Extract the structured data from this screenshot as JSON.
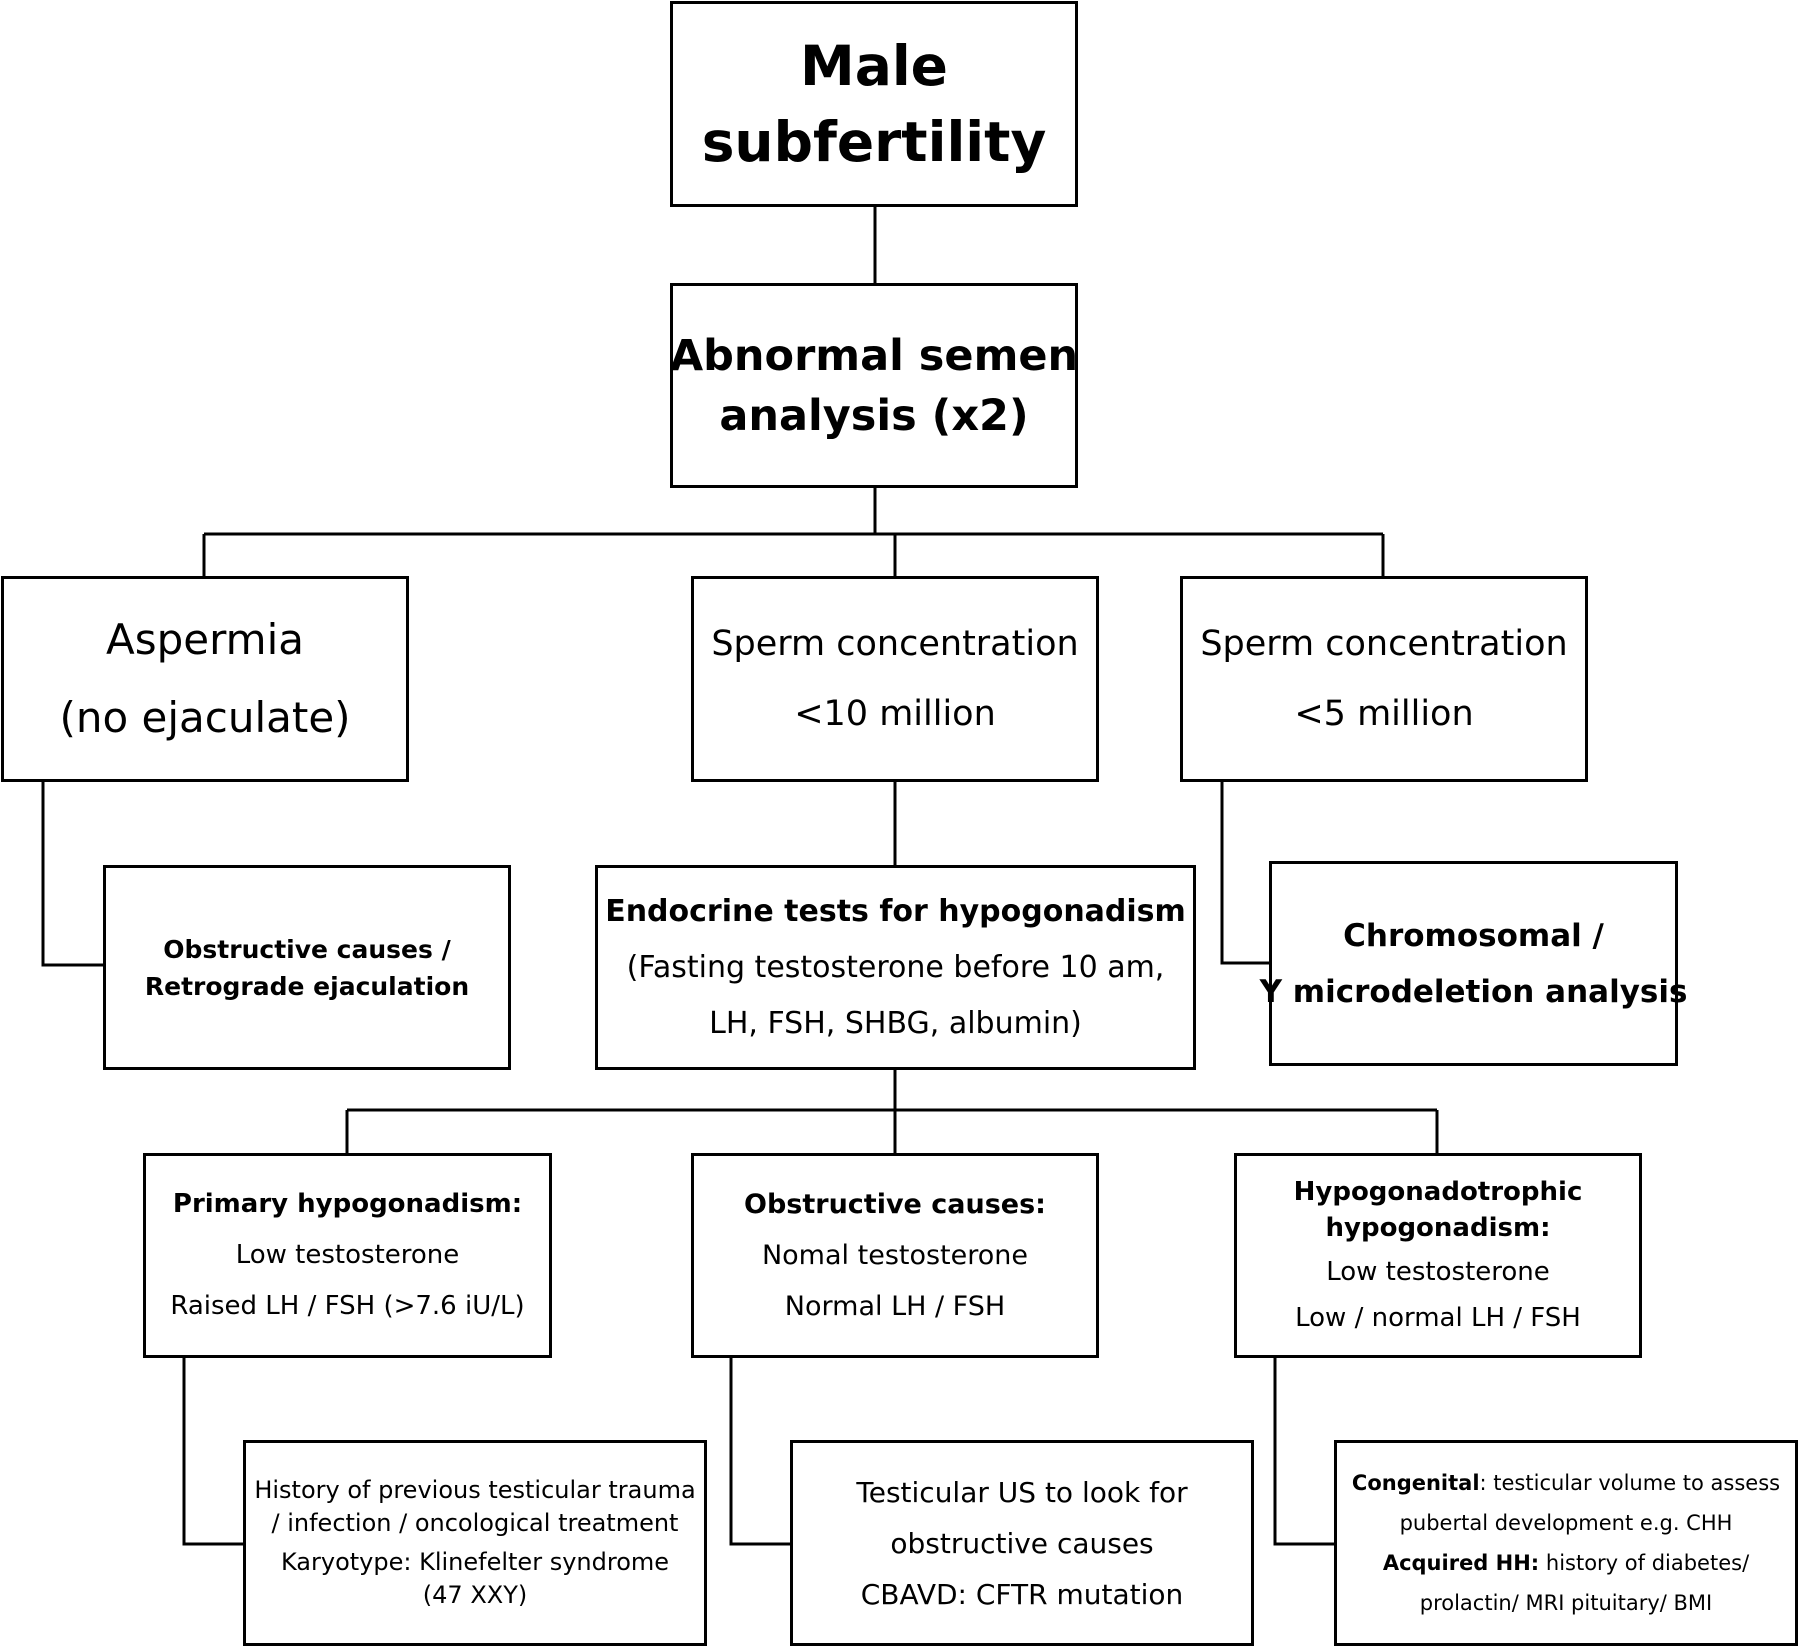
{
  "nodes": {
    "root": {
      "lines": [
        "Male",
        "subfertility"
      ]
    },
    "semen": {
      "lines": [
        "Abnormal semen",
        "analysis (x2)"
      ]
    },
    "aspermia": {
      "lines": [
        "Aspermia",
        "(no ejaculate)"
      ]
    },
    "conc10": {
      "lines": [
        "Sperm concentration",
        "<10 million"
      ]
    },
    "conc5": {
      "lines": [
        "Sperm concentration",
        "<5 million"
      ]
    },
    "obstructive_retro": {
      "lines": [
        "Obstructive causes /",
        "Retrograde ejaculation"
      ]
    },
    "endocrine": {
      "title": "Endocrine tests for hypogonadism",
      "lines": [
        "(Fasting testosterone before 10 am,",
        "LH, FSH, SHBG, albumin)"
      ]
    },
    "chromosomal": {
      "lines": [
        "Chromosomal /",
        "Y microdeletion analysis"
      ]
    },
    "primary": {
      "title": "Primary hypogonadism:",
      "lines": [
        "Low testosterone",
        "Raised LH / FSH (>7.6 iU/L)"
      ]
    },
    "obstructive": {
      "title": "Obstructive causes:",
      "lines": [
        "Nomal testosterone",
        "Normal LH / FSH"
      ]
    },
    "hypogonadotrophic": {
      "title_lines": [
        "Hypogonadotrophic",
        "hypogonadism:"
      ],
      "lines": [
        "Low testosterone",
        "Low / normal LH / FSH"
      ]
    },
    "history": {
      "lines": [
        "History of previous testicular trauma",
        "/ infection / oncological treatment",
        "Karyotype: Klinefelter syndrome",
        "(47 XXY)"
      ]
    },
    "us": {
      "lines": [
        "Testicular US to look for",
        "obstructive causes",
        "CBAVD: CFTR mutation"
      ]
    },
    "congenital": {
      "congenital_label": "Congenital",
      "congenital_text": ": testicular volume  to assess",
      "congenital_text2": "pubertal development e.g. CHH",
      "acquired_label": "Acquired HH:",
      "acquired_text": " history of diabetes/",
      "acquired_text2": "prolactin/ MRI pituitary/ BMI"
    }
  }
}
